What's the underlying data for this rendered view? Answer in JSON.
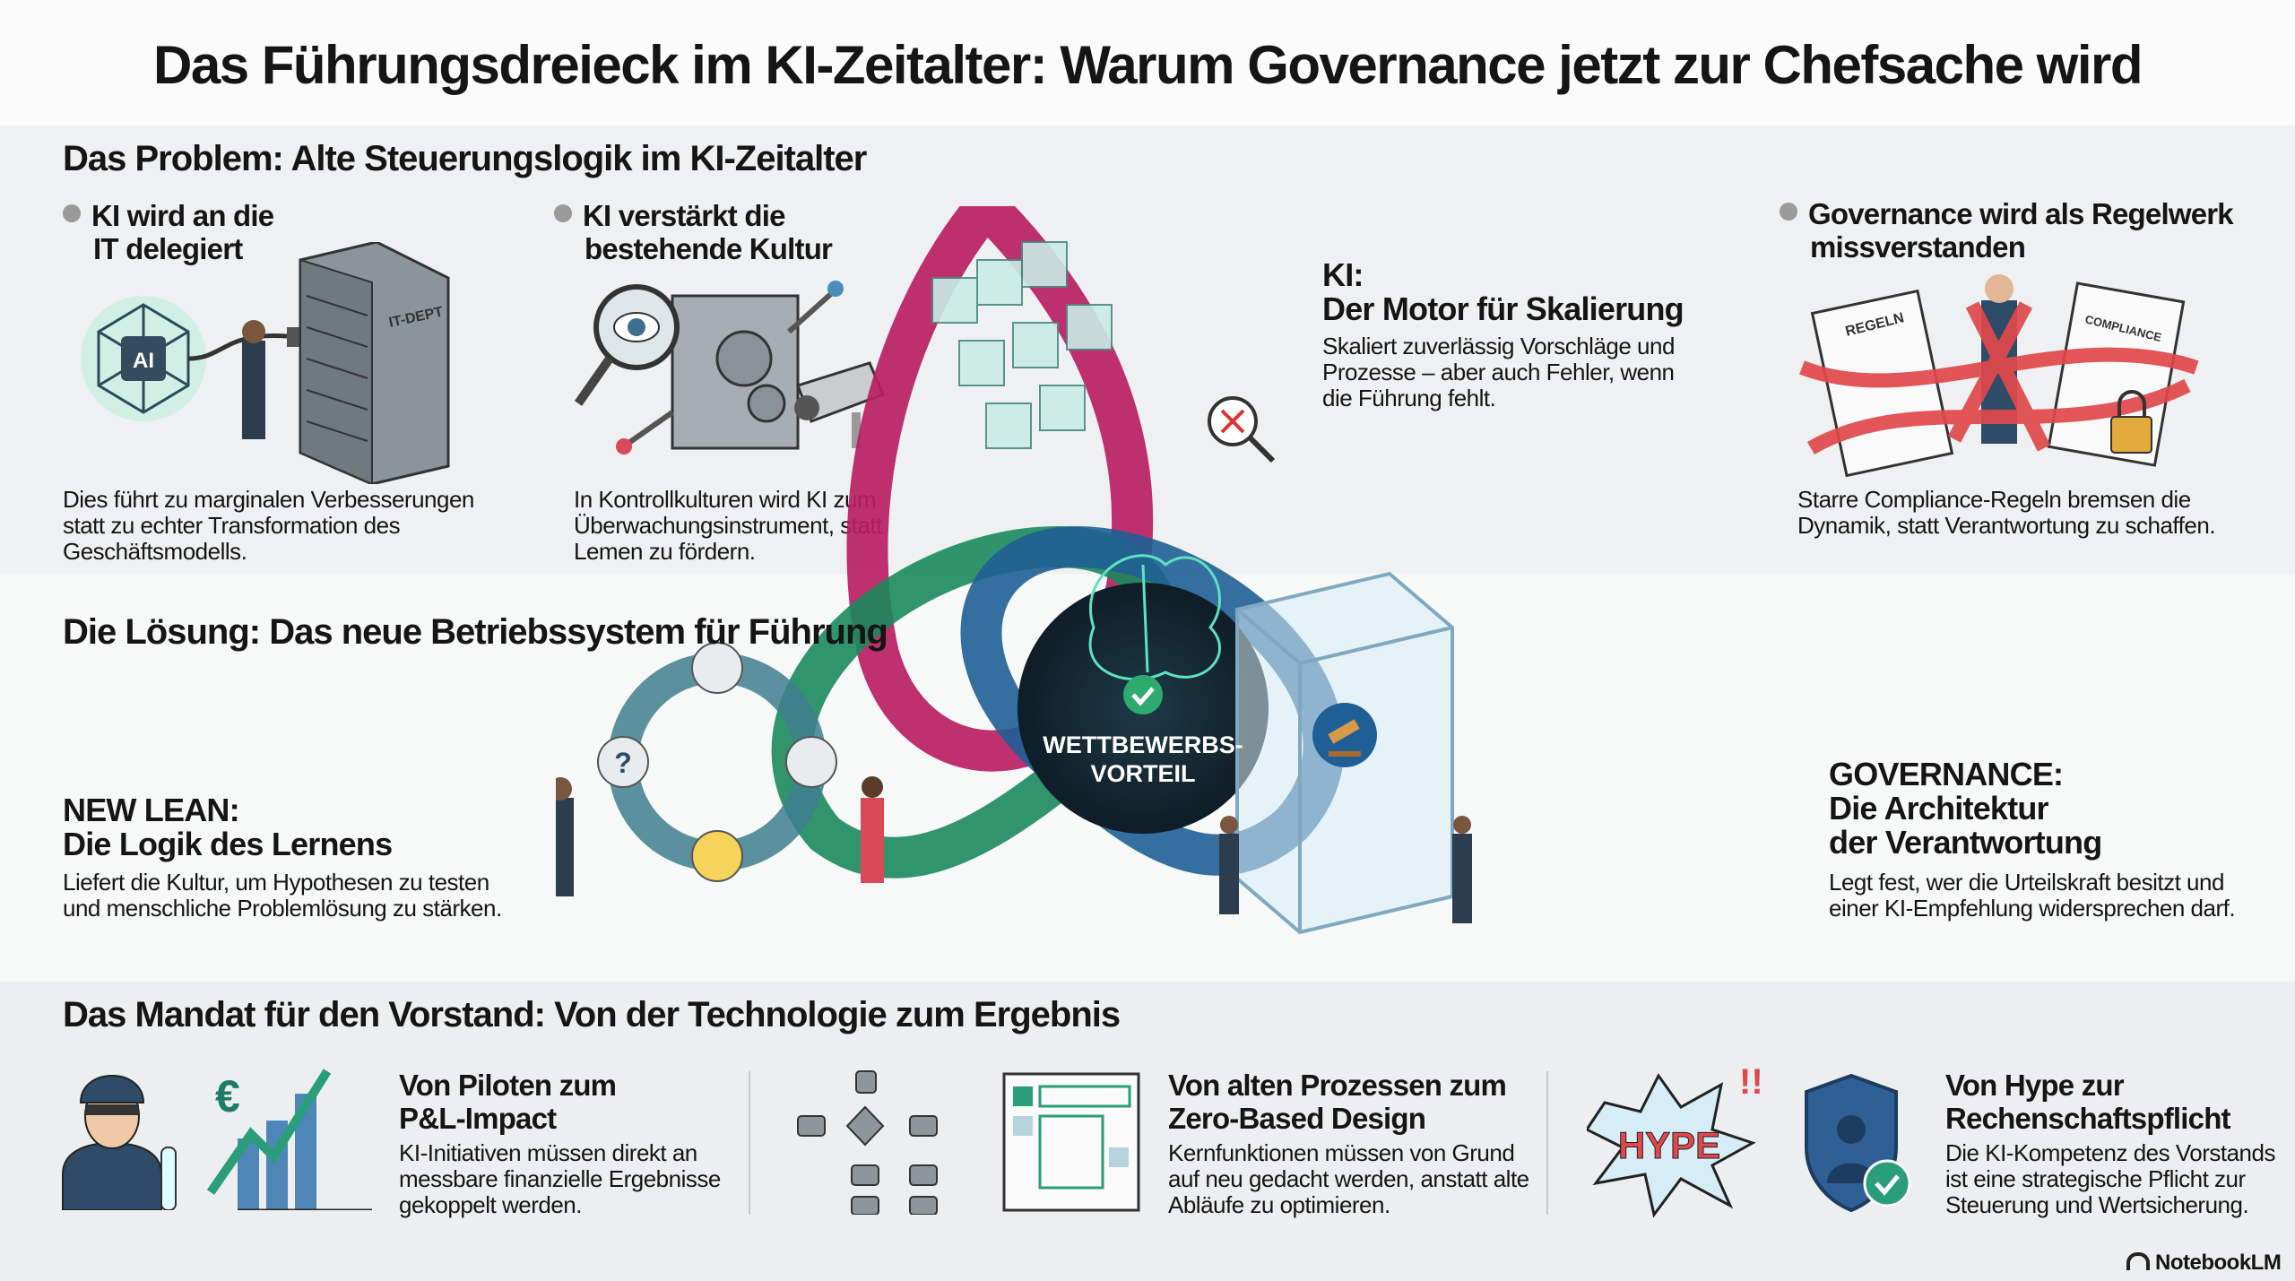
{
  "title": "Das Führungsdreieck im KI-Zeitalter: Warum Governance jetzt zur Chefsache wird",
  "problem": {
    "heading": "Das Problem: Alte Steuerungslogik im KI-Zeitalter",
    "items": [
      {
        "title_line1": "KI wird an die",
        "title_line2": "IT delegiert",
        "desc": "Dies führt zu marginalen Verbesserungen statt zu echter Transformation des Geschäftsmodells.",
        "icon": "server-plug-icon",
        "server_label": "IT-DEPT",
        "chip_label": "AI"
      },
      {
        "title_line1": "KI verstärkt die",
        "title_line2": "bestehende Kultur",
        "desc": "In Kontrollkulturen wird KI zum Überwachungsinstrument, statt Lemen zu fördern.",
        "icon": "surveillance-machine-icon"
      },
      {
        "title_line1": "Governance wird als Regelwerk",
        "title_line2": "missverstanden",
        "desc": "Starre Compliance-Regeln bremsen die Dynamik, statt Verantwortung zu schaffen.",
        "icon": "red-tape-icon",
        "doc_left": "REGELN",
        "doc_right": "COMPLIANCE"
      }
    ]
  },
  "ki": {
    "title_line1": "KI:",
    "title_line2": "Der Motor für Skalierung",
    "desc": "Skaliert zuverlässig Vorschläge und Prozesse – aber auch Fehler, wenn die Führung fehlt."
  },
  "solution": {
    "heading": "Die Lösung: Das neue Betriebssystem für Führung",
    "center_line1": "WETTBEWERBS-",
    "center_line2": "VORTEIL",
    "new_lean": {
      "title_line1": "NEW LEAN:",
      "title_line2": "Die Logik des Lernens",
      "desc": "Liefert die Kultur, um Hypothesen zu testen und menschliche Problemlösung zu stärken."
    },
    "governance": {
      "title_line1": "GOVERNANCE:",
      "title_line2": "Die Architektur",
      "title_line3": "der Verantwortung",
      "desc": "Legt fest, wer die Urteilskraft besitzt und einer KI-Empfehlung widersprechen darf."
    }
  },
  "mandate": {
    "heading": "Das Mandat für den Vorstand: Von der Technologie zum Ergebnis",
    "items": [
      {
        "title_line1": "Von Piloten zum",
        "title_line2": "P&L-Impact",
        "desc": "KI-Initiativen müssen direkt an messbare finanzielle Ergebnisse gekoppelt werden."
      },
      {
        "title_line1": "Von alten Prozessen zum",
        "title_line2": "Zero-Based Design",
        "desc": "Kernfunktionen müssen von Grund auf neu gedacht werden, anstatt alte Abläufe zu optimieren."
      },
      {
        "title_line1": "Von Hype zur",
        "title_line2": "Rechenschaftspflicht",
        "desc": "Die KI-Kompetenz des Vorstands ist eine strategische Pflicht zur Steuerung und Wertsicherung."
      }
    ],
    "hype_label": "HYPE",
    "euro_symbol": "€"
  },
  "branding": "NotebookLM",
  "colors": {
    "pink": "#c2185b",
    "green": "#1e8a5e",
    "blue": "#1f5f95",
    "teal": "#2a9d7a",
    "red": "#e0484b"
  }
}
